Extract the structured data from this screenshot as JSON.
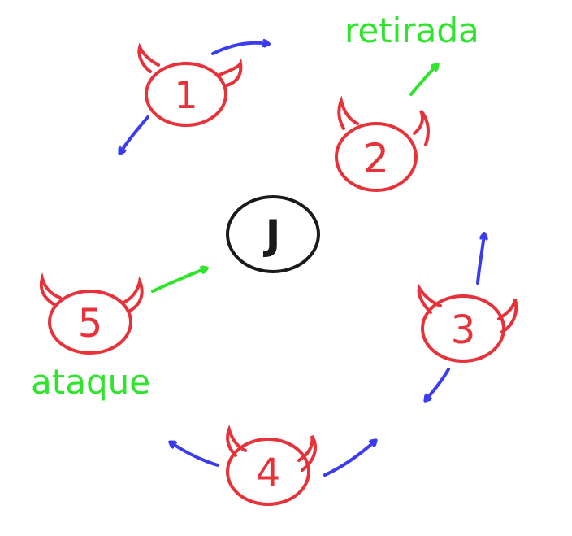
{
  "diagram": {
    "center_node": {
      "label": "J"
    },
    "demons": [
      {
        "label": "1"
      },
      {
        "label": "2"
      },
      {
        "label": "3"
      },
      {
        "label": "4"
      },
      {
        "label": "5"
      }
    ],
    "annotations": {
      "retreat_label": "retirada",
      "attack_label": "ataque"
    },
    "colors": {
      "demon": "#e8323a",
      "center": "#1a1a1a",
      "movement_arrow": "#3b3bef",
      "action_arrow": "#2ee52b",
      "action_text": "#2ee52b"
    }
  }
}
